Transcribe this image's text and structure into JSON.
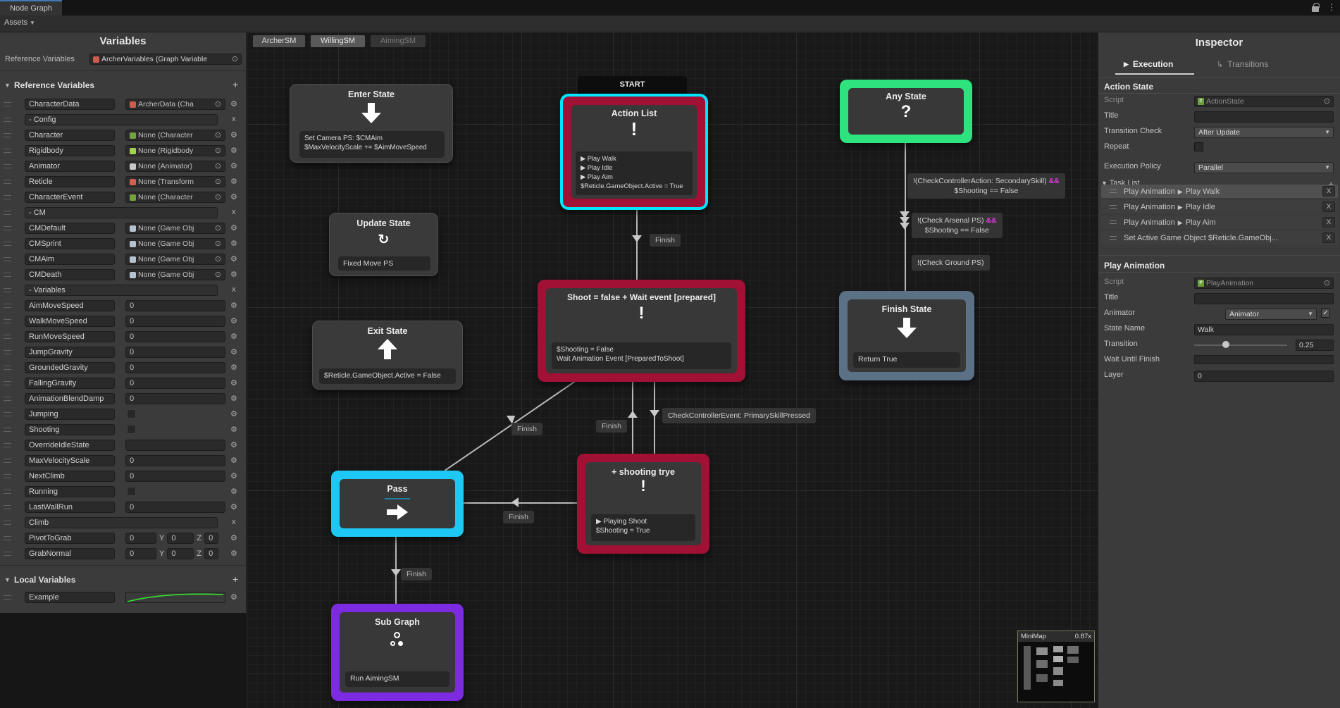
{
  "window": {
    "tab": "Node Graph",
    "menu": "Assets"
  },
  "colors": {
    "selection": "#00e5ff",
    "state_red": "#a11035",
    "any_state_green": "#2ee27e",
    "finish_slate": "#5a7186",
    "pass_cyan": "#1ec8f5",
    "subgraph_purple": "#7c2be0",
    "condition_op": "#e23ae2",
    "curve_green": "#35e02f",
    "tab_accent": "#4179b5"
  },
  "left": {
    "title": "Variables",
    "reference_label": "Reference Variables",
    "reference_value": "ArcherVariables (Graph Variable",
    "sections": {
      "reference": "Reference Variables",
      "local": "Local Variables"
    },
    "vec_labels": {
      "y": "Y",
      "z": "Z"
    },
    "rows": [
      {
        "name": "CharacterData",
        "kind": "object",
        "value": "ArcherData (Cha",
        "icon": "#cf5b4e"
      },
      {
        "name": "- Config",
        "kind": "hdr"
      },
      {
        "name": "Character",
        "kind": "object",
        "value": "None (Character",
        "icon": "#74a33e"
      },
      {
        "name": "Rigidbody",
        "kind": "object",
        "value": "None (Rigidbody",
        "icon": "#a4d34a"
      },
      {
        "name": "Animator",
        "kind": "object",
        "value": "None (Animator)",
        "icon": "#c8c8c8"
      },
      {
        "name": "Reticle",
        "kind": "object",
        "value": "None (Transform",
        "icon": "#d2604e"
      },
      {
        "name": "CharacterEvent",
        "kind": "object",
        "value": "None (Character",
        "icon": "#74a33e"
      },
      {
        "name": "- CM",
        "kind": "hdr"
      },
      {
        "name": "CMDefault",
        "kind": "object",
        "value": "None (Game Obj",
        "icon": "#b4c3cf"
      },
      {
        "name": "CMSprint",
        "kind": "object",
        "value": "None (Game Obj",
        "icon": "#b4c3cf"
      },
      {
        "name": "CMAim",
        "kind": "object",
        "value": "None (Game Obj",
        "icon": "#b4c3cf"
      },
      {
        "name": "CMDeath",
        "kind": "object",
        "value": "None (Game Obj",
        "icon": "#b4c3cf"
      },
      {
        "name": "- Variables",
        "kind": "hdr"
      },
      {
        "name": "AimMoveSpeed",
        "kind": "num",
        "value": "0"
      },
      {
        "name": "WalkMoveSpeed",
        "kind": "num",
        "value": "0"
      },
      {
        "name": "RunMoveSpeed",
        "kind": "num",
        "value": "0"
      },
      {
        "name": "JumpGravity",
        "kind": "num",
        "value": "0"
      },
      {
        "name": "GroundedGravity",
        "kind": "num",
        "value": "0"
      },
      {
        "name": "FallingGravity",
        "kind": "num",
        "value": "0"
      },
      {
        "name": "AnimationBlendDamp",
        "kind": "num",
        "value": "0"
      },
      {
        "name": "Jumping",
        "kind": "check"
      },
      {
        "name": "Shooting",
        "kind": "check"
      },
      {
        "name": "OverrideIdleState",
        "kind": "text"
      },
      {
        "name": "MaxVelocityScale",
        "kind": "num",
        "value": "0"
      },
      {
        "name": "NextClimb",
        "kind": "num",
        "value": "0"
      },
      {
        "name": "Running",
        "kind": "check"
      },
      {
        "name": "LastWallRun",
        "kind": "num",
        "value": "0"
      },
      {
        "name": "Climb",
        "kind": "hdr"
      },
      {
        "name": "PivotToGrab",
        "kind": "vec",
        "v0": "0",
        "v1": "0",
        "v2": "0"
      },
      {
        "name": "GrabNormal",
        "kind": "vec",
        "v0": "0",
        "v1": "0",
        "v2": "0"
      }
    ],
    "local_rows": [
      {
        "name": "Example",
        "kind": "curve"
      }
    ]
  },
  "graph": {
    "tabs": [
      {
        "label": "ArcherSM"
      },
      {
        "label": "WillingSM"
      },
      {
        "label": "AimingSM"
      }
    ],
    "start_label": "START",
    "nodes": {
      "enter_state": {
        "title": "Enter State",
        "lines": [
          {
            "t": "Set Camera PS: $CMAim"
          },
          {
            "t": "$MaxVelocityScale += $AimMoveSpeed"
          }
        ]
      },
      "action_list": {
        "title": "Action List",
        "icon": "!",
        "lines": [
          {
            "t": "▶ Play Walk"
          },
          {
            "t": "▶ Play Idle"
          },
          {
            "t": "▶ Play Aim"
          },
          {
            "t": "$Reticle.GameObject.Active = True"
          }
        ]
      },
      "any_state": {
        "title": "Any State",
        "icon": "?"
      },
      "update_state": {
        "title": "Update State",
        "lines": [
          {
            "t": "Fixed Move PS"
          }
        ]
      },
      "shoot": {
        "title": "Shoot = false + Wait event [prepared]",
        "icon": "!",
        "lines": [
          {
            "t": "$Shooting = False"
          },
          {
            "t": "Wait Animation Event [PreparedToShoot]"
          }
        ]
      },
      "finish_state": {
        "title": "Finish State",
        "lines": [
          {
            "t": "Return True"
          }
        ]
      },
      "exit_state": {
        "title": "Exit State",
        "lines": [
          {
            "t": "$Reticle.GameObject.Active = False"
          }
        ]
      },
      "pass": {
        "title": "Pass"
      },
      "shooting_trye": {
        "title": "+ shooting trye",
        "icon": "!",
        "lines": [
          {
            "t": "▶ Playing Shoot"
          },
          {
            "t": "$Shooting = True"
          }
        ]
      },
      "sub_graph": {
        "title": "Sub Graph",
        "lines": [
          {
            "t": "Run AimingSM"
          }
        ]
      }
    },
    "edges": {
      "finish": "Finish",
      "cond1": {
        "line1": "!(CheckControllerAction: SecondarySkill)",
        "op": "&&",
        "line2": "$Shooting == False"
      },
      "cond2": {
        "line1": "!(Check Arsenal PS)",
        "op": "&&",
        "line2": "$Shooting == False"
      },
      "cond3": "!(Check Ground PS)",
      "cond4": "CheckControllerEvent: PrimarySkillPressed"
    },
    "minimap": {
      "label": "MiniMap",
      "zoom": "0.87x"
    }
  },
  "inspector": {
    "title": "Inspector",
    "tabs": {
      "execution": "Execution",
      "transitions": "Transitions"
    },
    "action_state": {
      "header": "Action State",
      "script_label": "Script",
      "script_value": "ActionState",
      "title_label": "Title",
      "title_value": "",
      "transition_check_label": "Transition Check",
      "transition_check_value": "After Update",
      "repeat_label": "Repeat",
      "execution_policy_label": "Execution Policy",
      "execution_policy_value": "Parallel",
      "task_list_label": "Task List",
      "tasks": [
        {
          "a": "Play Animation",
          "sep": "▶",
          "b": "Play Walk",
          "x": "X",
          "bg": "#515151"
        },
        {
          "a": "Play Animation",
          "sep": "▶",
          "b": "Play Idle",
          "x": "X",
          "bg": "#3e3e3e"
        },
        {
          "a": "Play Animation",
          "sep": "▶",
          "b": "Play Aim",
          "x": "X",
          "bg": "#3e3e3e"
        },
        {
          "a": "Set Active Game Object $Reticle.GameObj...",
          "sep": "",
          "b": "",
          "x": "X",
          "bg": "#3e3e3e"
        }
      ]
    },
    "play_animation": {
      "header": "Play Animation",
      "script_label": "Script",
      "script_value": "PlayAnimation",
      "title_label": "Title",
      "title_value": "",
      "animator_label": "Animator",
      "animator_value": "Animator",
      "animator_check": "✓",
      "state_name_label": "State Name",
      "state_name_value": "Walk",
      "transition_label": "Transition",
      "transition_value": "0.25",
      "wait_label": "Wait Until Finish",
      "layer_label": "Layer",
      "layer_value": "0"
    }
  }
}
